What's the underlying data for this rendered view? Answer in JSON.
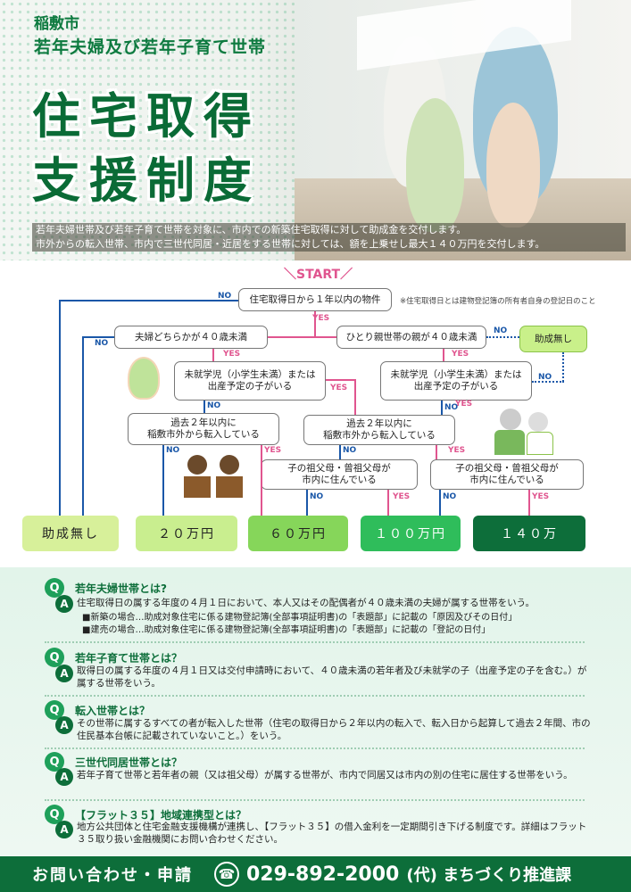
{
  "header": {
    "city": "稲敷市",
    "subtitle": "若年夫婦及び若年子育て世帯",
    "title_line1": "住宅取得",
    "title_line2": "支援制度",
    "intro_line1": "若年夫婦世帯及び若年子育て世帯を対象に、市内での新築住宅取得に対して助成金を交付します。",
    "intro_line2": "市外からの転入世帯、市内で三世代同居・近居をする世帯に対しては、額を上乗せし最大１４０万円を交付します。"
  },
  "flow": {
    "start": "＼START／",
    "note": "※住宅取得日とは建物登記簿の所有者自身の登記日のこと",
    "q1": "住宅取得日から１年以内の物件",
    "q2": "夫婦どちらかが４０歳未満",
    "q3": "ひとり親世帯の親が４０歳未満",
    "q4_left": "未就学児（小学生未満）または\n出産予定の子がいる",
    "q4_right": "未就学児（小学生未満）または\n出産予定の子がいる",
    "q5_left": "過去２年以内に\n稲敷市外から転入している",
    "q5_mid": "過去２年以内に\n稲敷市外から転入している",
    "q6_left": "子の祖父母・曾祖父母が\n市内に住んでいる",
    "q6_right": "子の祖父母・曾祖父母が\n市内に住んでいる",
    "no_label": "NO",
    "yes_label": "YES",
    "no_grant_right": "助成無し",
    "results": [
      "助成無し",
      "２０万円",
      "６０万円",
      "１００万円",
      "１４０万"
    ]
  },
  "qa": [
    {
      "q": "若年夫婦世帯とは?",
      "a": "住宅取得日の属する年度の４月１日において、本人又はその配偶者が４０歳未満の夫婦が属する世帯をいう。",
      "sub1": "■新築の場合…助成対象住宅に係る建物登記簿(全部事項証明書)の「表題部」に記載の「原因及びその日付」",
      "sub2": "■建売の場合…助成対象住宅に係る建物登記簿(全部事項証明書)の「表題部」に記載の「登記の日付」"
    },
    {
      "q": "若年子育て世帯とは？",
      "a": "取得日の属する年度の４月１日又は交付申請時において、４０歳未満の若年者及び未就学の子（出産予定の子を含む。）が属する世帯をいう。"
    },
    {
      "q": "転入世帯とは？",
      "a": "その世帯に属するすべての者が転入した世帯（住宅の取得日から２年以内の転入で、転入日から起算して過去２年間、市の住民基本台帳に記載されていないこと。）をいう。"
    },
    {
      "q": "三世代同居世帯とは？",
      "a": "若年子育て世帯と若年者の親（又は祖父母）が属する世帯が、市内で同居又は市内の別の住宅に居住する世帯をいう。"
    },
    {
      "q": "【フラット３５】地域連携型とは？",
      "a": "地方公共団体と住宅金融支援機構が連携し、【フラット３５】の借入金利を一定期間引き下げる制度です。詳細はフラット３５取り扱い金融機関にお問い合わせください。"
    }
  ],
  "qa_marks": {
    "q": "Q",
    "a": "A"
  },
  "footer": {
    "label": "お問い合わせ・申請",
    "phone": "029-892-2000",
    "dept": "(代) まちづくり推進課"
  }
}
